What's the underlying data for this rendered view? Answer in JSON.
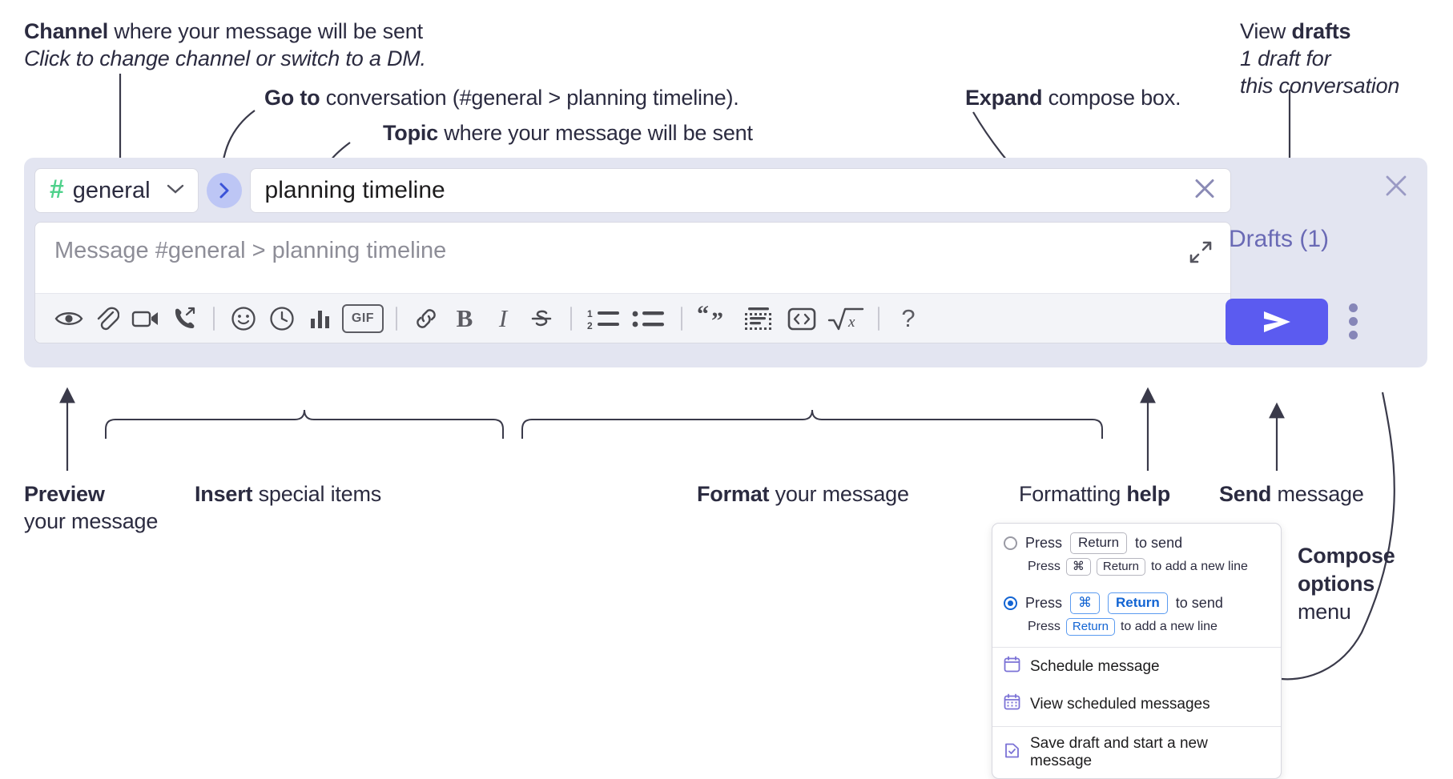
{
  "annotations": {
    "channel": {
      "title_bold": "Channel",
      "title_rest": " where your message will be sent",
      "subtitle": "Click to change channel or switch to a DM."
    },
    "goto": {
      "bold": "Go to",
      "rest": " conversation (#general > planning timeline)."
    },
    "topic": {
      "bold": "Topic",
      "rest": " where your message will be sent"
    },
    "expand": {
      "bold": "Expand",
      "rest": " compose box."
    },
    "drafts": {
      "title_rest": "View ",
      "title_bold": "drafts",
      "sub1": "1 draft for",
      "sub2": "this conversation"
    },
    "preview": {
      "bold": "Preview",
      "line2": "your message"
    },
    "insert": {
      "bold": "Insert",
      "rest": " special items"
    },
    "format": {
      "bold": "Format",
      "rest": " your message"
    },
    "help": {
      "rest": "Formatting ",
      "bold": "help"
    },
    "send": {
      "bold": "Send",
      "rest": " message"
    },
    "compose_options": {
      "bold1": "Compose",
      "bold2": "options",
      "rest": "menu"
    }
  },
  "compose": {
    "channel": {
      "hash": "#",
      "name": "general",
      "chevron": "chevron-down"
    },
    "goto_label": "go-to-conversation",
    "topic": {
      "value": "planning timeline",
      "clear_label": "clear-topic"
    },
    "message": {
      "placeholder": "Message #general > planning timeline"
    },
    "expand_label": "expand-compose-box",
    "toolbar": [
      {
        "name": "preview-icon",
        "label": "Preview"
      },
      {
        "name": "attachment-icon",
        "label": "Attach file"
      },
      {
        "name": "video-icon",
        "label": "Record video clip"
      },
      {
        "name": "audio-icon",
        "label": "Record audio clip"
      },
      {
        "name": "divider",
        "label": ""
      },
      {
        "name": "emoji-icon",
        "label": "Emoji"
      },
      {
        "name": "clock-icon",
        "label": "Recent"
      },
      {
        "name": "poll-icon",
        "label": "Poll"
      },
      {
        "name": "gif-icon",
        "label": "GIF"
      },
      {
        "name": "divider",
        "label": ""
      },
      {
        "name": "link-icon",
        "label": "Link"
      },
      {
        "name": "bold-icon",
        "label": "B"
      },
      {
        "name": "italic-icon",
        "label": "I"
      },
      {
        "name": "strikethrough-icon",
        "label": "Strikethrough"
      },
      {
        "name": "divider",
        "label": ""
      },
      {
        "name": "ordered-list-icon",
        "label": "Ordered list"
      },
      {
        "name": "bulleted-list-icon",
        "label": "Bulleted list"
      },
      {
        "name": "divider",
        "label": ""
      },
      {
        "name": "blockquote-icon",
        "label": "Blockquote"
      },
      {
        "name": "code-block-icon",
        "label": "Code block"
      },
      {
        "name": "inline-code-icon",
        "label": "Code"
      },
      {
        "name": "math-icon",
        "label": "Math"
      },
      {
        "name": "divider",
        "label": ""
      },
      {
        "name": "help-icon",
        "label": "?"
      }
    ],
    "gif_label": "GIF",
    "bold_label": "B",
    "italic_label": "I",
    "help_label": "?",
    "math_label": "x"
  },
  "panel": {
    "close_label": "close-compose",
    "drafts_label": "Drafts (1)",
    "send_label": "send-message",
    "overflow_label": "compose-options-menu"
  },
  "menu": {
    "option1": {
      "press": "Press",
      "key": "Return",
      "to_send": "to send",
      "sub_press": "Press",
      "sub_key1": "⌘",
      "sub_key2": "Return",
      "sub_rest": "to add a new line",
      "selected": false
    },
    "option2": {
      "press": "Press",
      "key1": "⌘",
      "key2": "Return",
      "to_send": "to send",
      "sub_press": "Press",
      "sub_key": "Return",
      "sub_rest": "to add a new line",
      "selected": true
    },
    "items": [
      {
        "icon": "calendar-icon",
        "label": "Schedule message"
      },
      {
        "icon": "calendar-grid-icon",
        "label": "View scheduled messages"
      },
      {
        "icon": "save-draft-icon",
        "label": "Save draft and start a new message"
      }
    ]
  },
  "colors": {
    "widget_bg": "#e3e5f1",
    "accent_blue": "#5b5bf0",
    "hash_green": "#4fd18b",
    "drafts_text": "#6a6ab5",
    "menu_blue": "#1264d3"
  }
}
